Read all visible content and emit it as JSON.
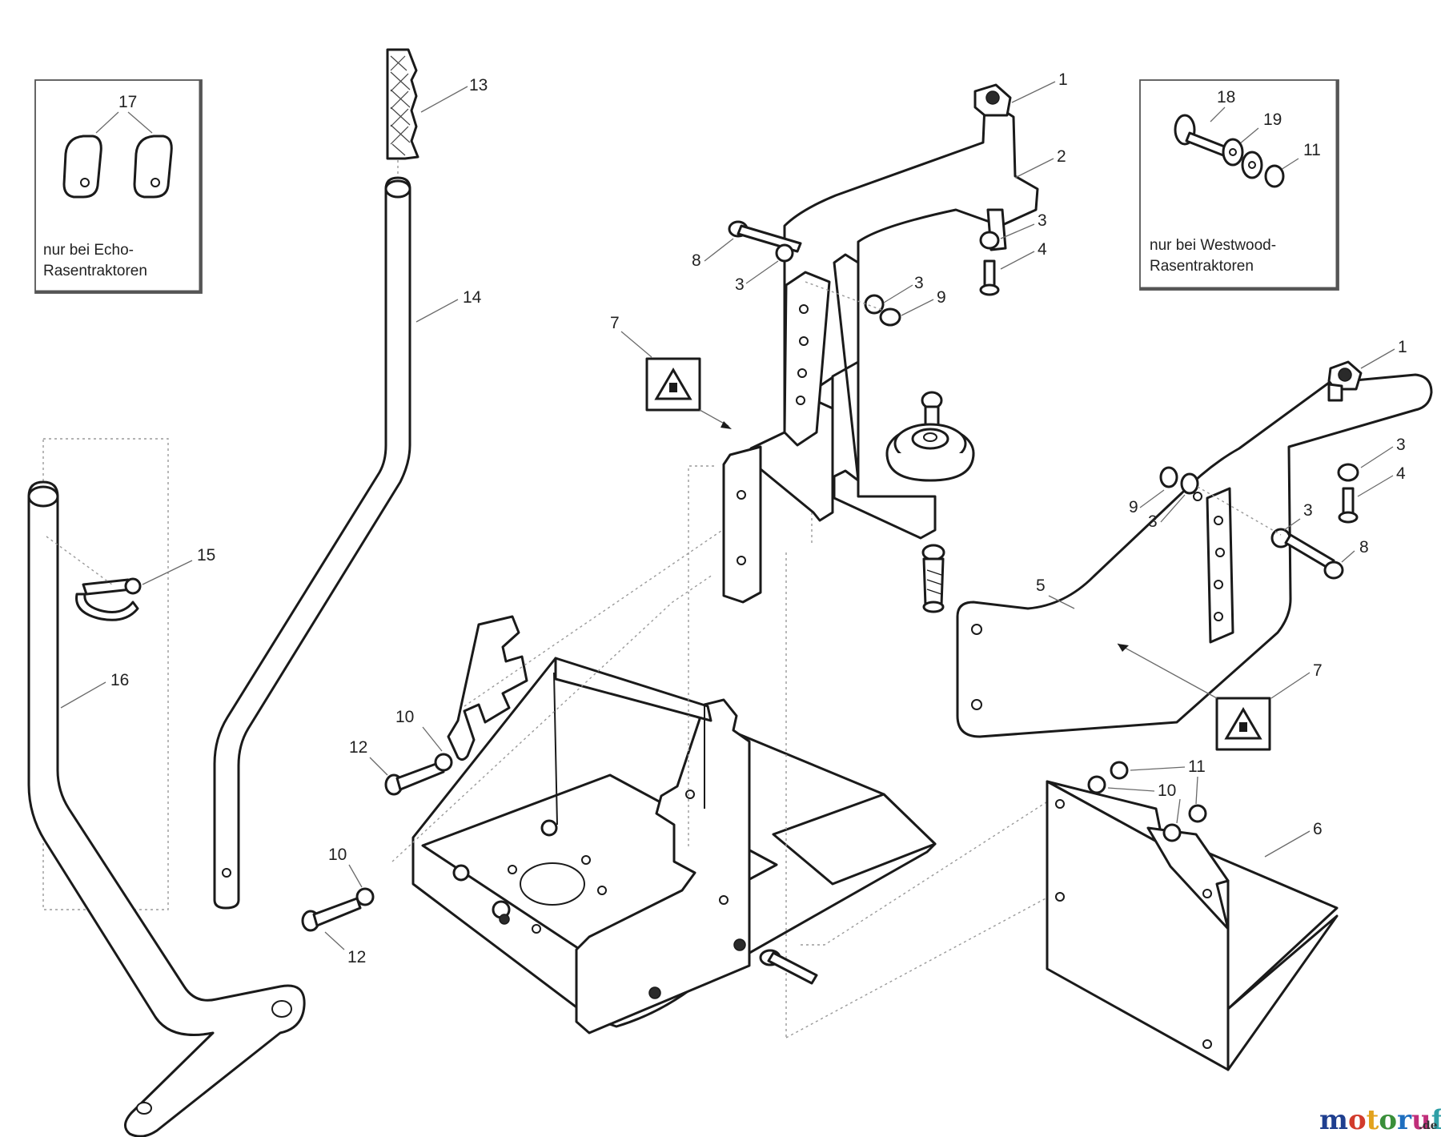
{
  "insets": {
    "echo": {
      "callout": "17",
      "line1": "nur bei Echo-",
      "line2": "Rasentraktoren"
    },
    "westwood": {
      "callout_bolt": "18",
      "callout_washer": "19",
      "callout_nut": "11",
      "line1": "nur bei Westwood-",
      "line2": "Rasentraktoren"
    }
  },
  "callouts": [
    {
      "id": "c1a",
      "label": "1"
    },
    {
      "id": "c2",
      "label": "2"
    },
    {
      "id": "c3a",
      "label": "3"
    },
    {
      "id": "c4a",
      "label": "4"
    },
    {
      "id": "c8a",
      "label": "8"
    },
    {
      "id": "c3b",
      "label": "3"
    },
    {
      "id": "c3c",
      "label": "3"
    },
    {
      "id": "c9a",
      "label": "9"
    },
    {
      "id": "c7a",
      "label": "7"
    },
    {
      "id": "c13",
      "label": "13"
    },
    {
      "id": "c14",
      "label": "14"
    },
    {
      "id": "c15",
      "label": "15"
    },
    {
      "id": "c16",
      "label": "16"
    },
    {
      "id": "c10a",
      "label": "10"
    },
    {
      "id": "c12a",
      "label": "12"
    },
    {
      "id": "c10b",
      "label": "10"
    },
    {
      "id": "c12b",
      "label": "12"
    },
    {
      "id": "c1b",
      "label": "1"
    },
    {
      "id": "c3d",
      "label": "3"
    },
    {
      "id": "c4b",
      "label": "4"
    },
    {
      "id": "c9b",
      "label": "9"
    },
    {
      "id": "c3e",
      "label": "3"
    },
    {
      "id": "c3f",
      "label": "3"
    },
    {
      "id": "c8b",
      "label": "8"
    },
    {
      "id": "c5",
      "label": "5"
    },
    {
      "id": "c7b",
      "label": "7"
    },
    {
      "id": "c11",
      "label": "11"
    },
    {
      "id": "c10c",
      "label": "10"
    },
    {
      "id": "c6",
      "label": "6"
    }
  ],
  "watermark": {
    "brand": "motoruf",
    "tld": ".de"
  },
  "colors": {
    "line": "#1a1a1a",
    "leader": "#6a6a6a",
    "wm_m": "#1f3f8f",
    "wm_o": "#d23b2c",
    "wm_t": "#e2a21d",
    "wm_o2": "#3a8f3a",
    "wm_r": "#1f6fbf",
    "wm_u": "#c02e7a",
    "wm_f": "#2e9fa6"
  }
}
